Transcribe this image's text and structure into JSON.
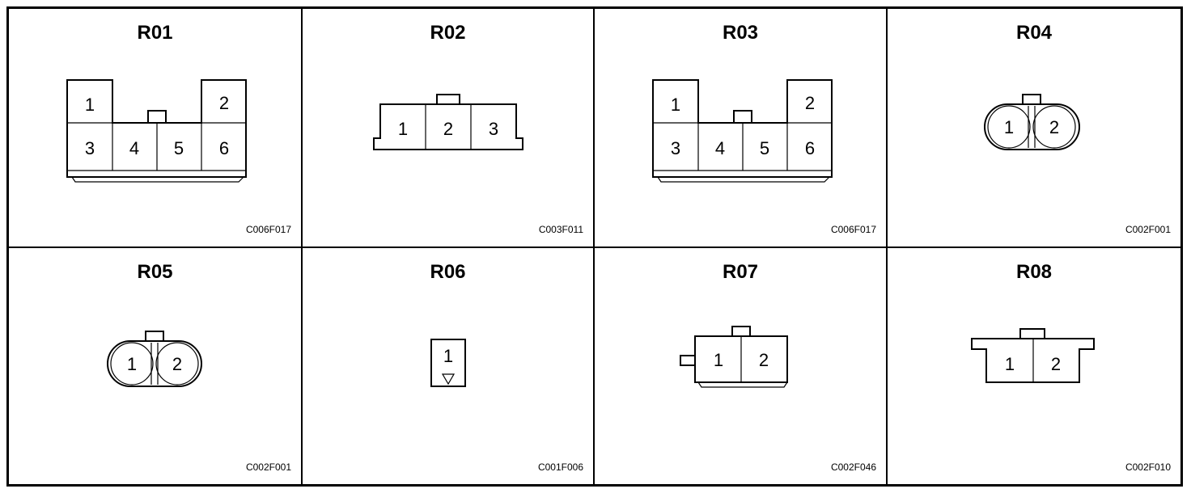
{
  "connectors": [
    {
      "id": "R01",
      "code": "C006F017",
      "pins": [
        "1",
        "2",
        "3",
        "4",
        "5",
        "6"
      ]
    },
    {
      "id": "R02",
      "code": "C003F011",
      "pins": [
        "1",
        "2",
        "3"
      ]
    },
    {
      "id": "R03",
      "code": "C006F017",
      "pins": [
        "1",
        "2",
        "3",
        "4",
        "5",
        "6"
      ]
    },
    {
      "id": "R04",
      "code": "C002F001",
      "pins": [
        "1",
        "2"
      ]
    },
    {
      "id": "R05",
      "code": "C002F001",
      "pins": [
        "1",
        "2"
      ]
    },
    {
      "id": "R06",
      "code": "C001F006",
      "pins": [
        "1"
      ]
    },
    {
      "id": "R07",
      "code": "C002F046",
      "pins": [
        "1",
        "2"
      ]
    },
    {
      "id": "R08",
      "code": "C002F010",
      "pins": [
        "1",
        "2"
      ]
    }
  ]
}
